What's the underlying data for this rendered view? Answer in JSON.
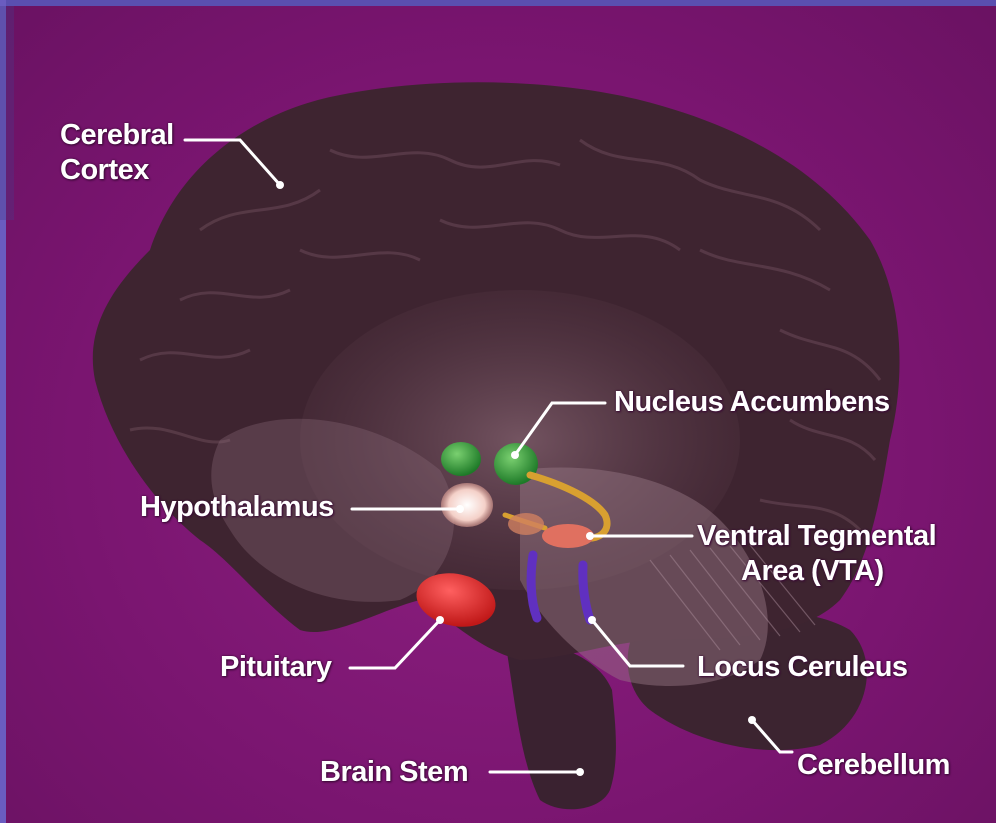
{
  "labels": {
    "cerebral_cortex": [
      "Cerebral",
      "Cortex"
    ],
    "nucleus_accumbens": "Nucleus Accumbens",
    "hypothalamus": "Hypothalamus",
    "vta": [
      "Ventral Tegmental",
      "Area (VTA)"
    ],
    "pituitary": "Pituitary",
    "locus_ceruleus": "Locus Ceruleus",
    "brain_stem": "Brain Stem",
    "cerebellum": "Cerebellum"
  },
  "colors": {
    "background": "#7a1570",
    "brain": "#3e2430",
    "brain_highlight": "#8a6a78",
    "nucleus_accumbens": "#2e9a3a",
    "hypothalamus": "#f4d8d0",
    "vta": "#e07060",
    "pituitary": "#e02828",
    "locus_ceruleus": "#6030c0",
    "pathway": "#d8a030",
    "leader_line": "#ffffff"
  }
}
